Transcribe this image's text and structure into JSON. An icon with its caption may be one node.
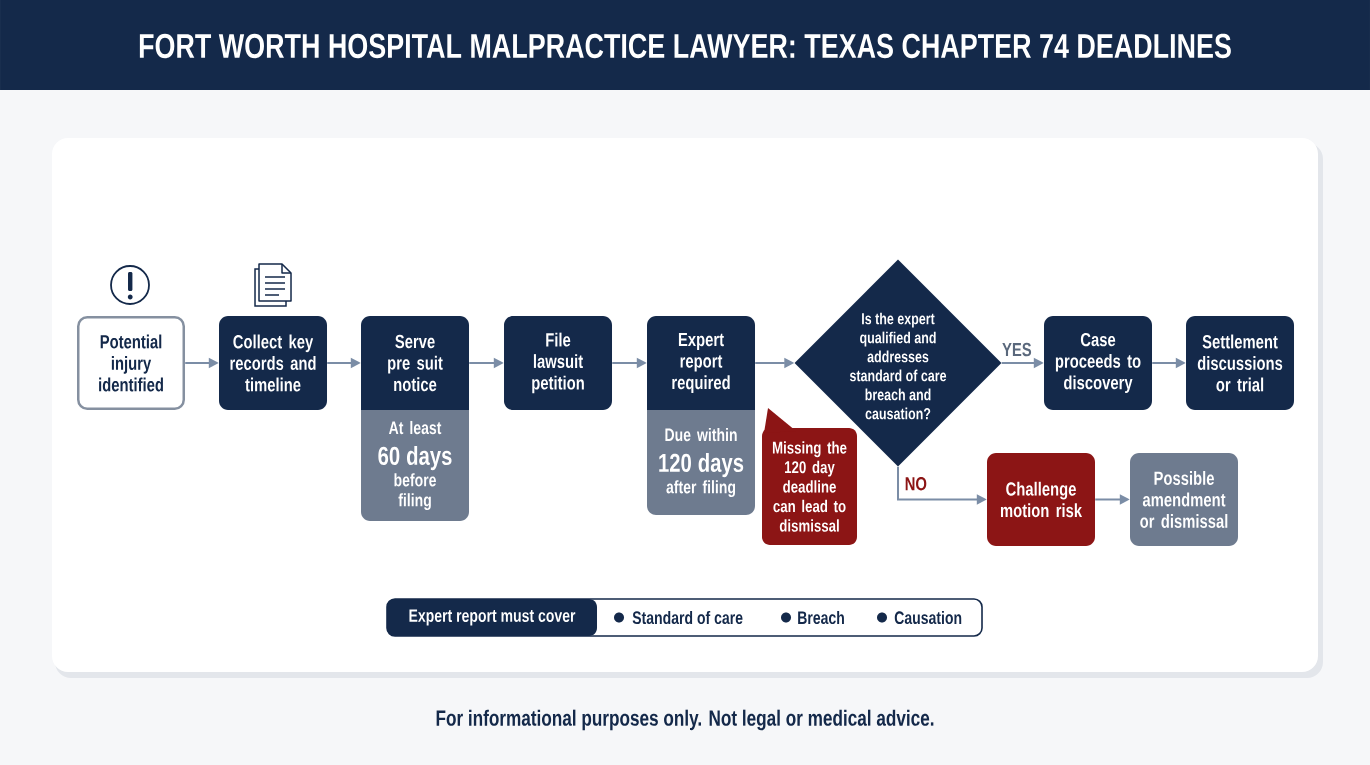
{
  "diagram": {
    "title": "FORT WORTH HOSPITAL MALPRACTICE LAWYER: TEXAS CHAPTER 74 DEADLINES",
    "nodes": [
      {
        "text": [
          "Potential injury identified"
        ]
      },
      {
        "text": [
          "Collect key records and timeline"
        ]
      },
      {
        "text": [
          "Serve pre suit notice"
        ]
      },
      {
        "text": [
          "At least",
          "60 days",
          "before filing"
        ]
      },
      {
        "text": [
          "File lawsuit petition"
        ]
      },
      {
        "text": [
          "Expert report required"
        ]
      },
      {
        "text": [
          "Due within",
          "120 days",
          "after filing"
        ]
      },
      {
        "text": [
          "Missing the 120 day deadline can lead to dismissal"
        ]
      },
      {
        "text": [
          "Is the expert qualified and addresses standard of care breach and causation?"
        ]
      },
      {
        "text": [
          "Case proceeds to discovery"
        ]
      },
      {
        "text": [
          "Settlement discussions or trial"
        ]
      },
      {
        "text": [
          "Challenge motion risk"
        ]
      },
      {
        "text": [
          "Possible amendment or dismissal"
        ]
      },
      {
        "text": [
          "Standard of care",
          "Breach",
          "Causation"
        ]
      },
      {
        "text": [
          "Expert report must cover"
        ],
        "in": 13
      }
    ],
    "edges": [
      {
        "from": 0,
        "to": 1,
        "arrow": "to"
      },
      {
        "from": 1,
        "to": 2,
        "arrow": "to"
      },
      {
        "from": 2,
        "to": 4,
        "arrow": "to"
      },
      {
        "from": 4,
        "to": 5,
        "arrow": "to"
      },
      {
        "from": 5,
        "to": 8,
        "arrow": "to"
      },
      {
        "from": 8,
        "to": 9,
        "arrow": "to",
        "label": "YES"
      },
      {
        "from": 9,
        "to": 10,
        "arrow": "to"
      },
      {
        "from": 8,
        "to": 11,
        "arrow": "to",
        "label": "NO"
      },
      {
        "from": 11,
        "to": 12,
        "arrow": "to"
      }
    ],
    "caption": "For informational purposes only. Not legal or medical advice."
  }
}
